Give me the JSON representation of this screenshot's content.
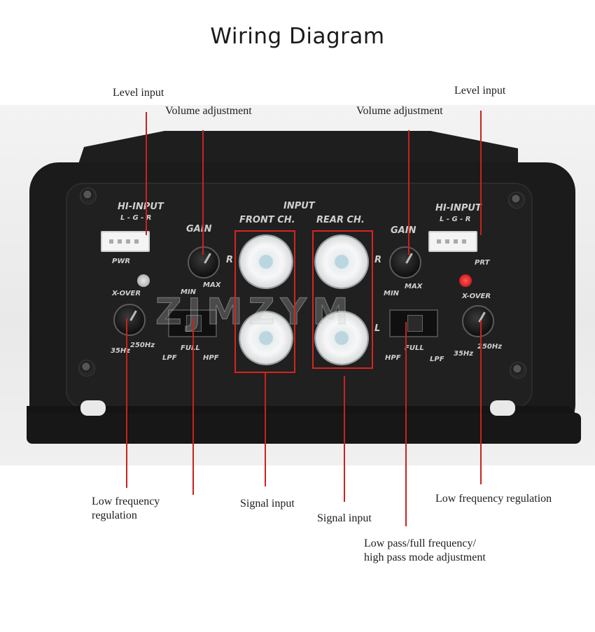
{
  "title": "Wiring Diagram",
  "callouts": {
    "level_input_left": "Level input",
    "level_input_right": "Level input",
    "volume_adjust_left": "Volume adjustment",
    "volume_adjust_right": "Volume adjustment",
    "low_freq_left_line1": "Low frequency",
    "low_freq_left_line2": "regulation",
    "signal_input_left": "Signal input",
    "signal_input_right": "Signal input",
    "low_freq_right": "Low frequency regulation",
    "mode_line1": "Low pass/full frequency/",
    "mode_line2": "high pass mode adjustment"
  },
  "panel": {
    "hi_input": "HI-INPUT",
    "hi_input_pins": "L - G - R",
    "input": "INPUT",
    "front_ch": "FRONT CH.",
    "rear_ch": "REAR CH.",
    "gain": "GAIN",
    "min": "MIN",
    "max": "MAX",
    "pwr": "PWR",
    "prt": "PRT",
    "x_over": "X-OVER",
    "hz35": "35Hz",
    "hz250": "250Hz",
    "full": "FULL",
    "lpf": "LPF",
    "hpf": "HPF",
    "r": "R",
    "l": "L",
    "watermark": "ZJMZYM"
  },
  "colors": {
    "callout_line": "#c8221f",
    "highlight_box": "#d8241f",
    "chassis": "#1b1b1b",
    "prt_led": "#e01010"
  }
}
